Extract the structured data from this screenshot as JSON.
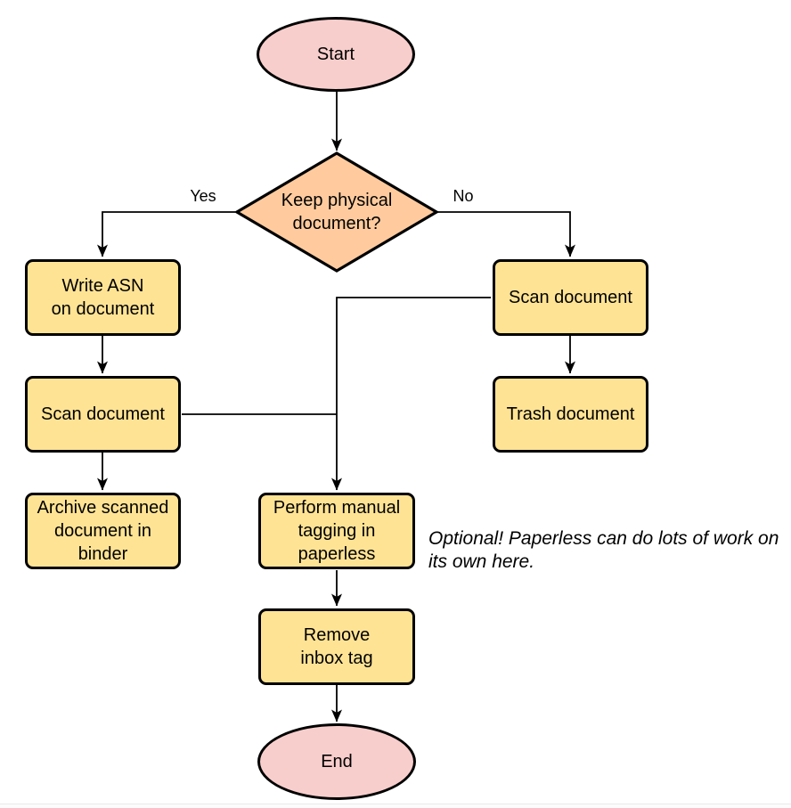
{
  "colors": {
    "terminal-fill": "#F8CECC",
    "decision-fill": "#FFCB9E",
    "process-fill": "#FFE394",
    "line": "#000000"
  },
  "nodes": {
    "start": {
      "label": "Start",
      "type": "terminal"
    },
    "decision": {
      "label": "Keep physical\ndocument?",
      "type": "decision"
    },
    "write_asn": {
      "label": "Write ASN\non document",
      "type": "process"
    },
    "scan_yes": {
      "label": "Scan document",
      "type": "process"
    },
    "archive": {
      "label": "Archive scanned\ndocument in\nbinder",
      "type": "process"
    },
    "scan_no": {
      "label": "Scan document",
      "type": "process"
    },
    "trash": {
      "label": "Trash document",
      "type": "process"
    },
    "tagging": {
      "label": "Perform manual\ntagging in\npaperless",
      "type": "process"
    },
    "remove_tag": {
      "label": "Remove\ninbox tag",
      "type": "process"
    },
    "end": {
      "label": "End",
      "type": "terminal"
    }
  },
  "edge_labels": {
    "yes": "Yes",
    "no": "No"
  },
  "annotation": {
    "text": "Optional! Paperless can do lots of work on\nits own here."
  }
}
